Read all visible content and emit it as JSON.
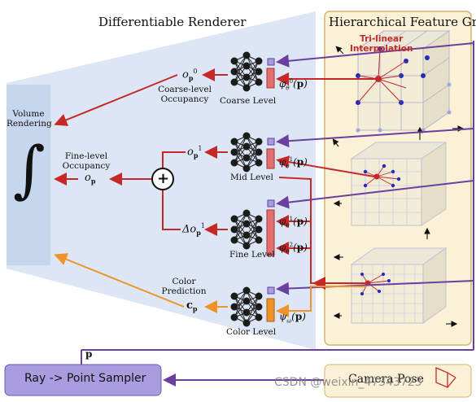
{
  "renderer_title": "Differentiable Renderer",
  "grid_title": "Hierarchical Feature Grid",
  "interp_label": [
    "Tri-linear",
    "Interpolation"
  ],
  "volume_rendering": [
    "Volume",
    "Rendering"
  ],
  "integral_symbol": "∫",
  "fine_occupancy_label": [
    "Fine-level",
    "Occupancy"
  ],
  "o_p": "o_p",
  "coarse_occupancy_label": [
    "Coarse-level",
    "Occupancy"
  ],
  "o_p0": "o_p^0",
  "o_p1": "o_p^1",
  "delta_o_p1": "Δo_p^1",
  "color_prediction": [
    "Color",
    "Prediction"
  ],
  "c_p": "c_p",
  "levels": {
    "coarse": "Coarse Level",
    "mid": "Mid Level",
    "fine": "Fine Level",
    "color": "Color Level"
  },
  "features": {
    "phi0": "φ_θ^0(p)",
    "phi1a": "φ_θ^1(p)",
    "phi1b": "φ_θ^1(p)",
    "phi2": "φ_θ^2(p)",
    "psi": "ψ_ω(p)"
  },
  "plus_symbol": "+",
  "ray_sampler": "Ray -> Point Sampler",
  "camera_pose": "Camera Pose",
  "p_label": "p",
  "watermark": "CSDN @weixin_47343723",
  "colors": {
    "panel_blue": "#dde6f4",
    "panel_dark": "#c6d6ec",
    "grid_panel": "#fbf1d7",
    "grid_border": "#d4b36c",
    "red_arrow": "#c62828",
    "purple": "#6a3fa0",
    "orange": "#f0922a",
    "sampler_fill": "#a99de0"
  }
}
